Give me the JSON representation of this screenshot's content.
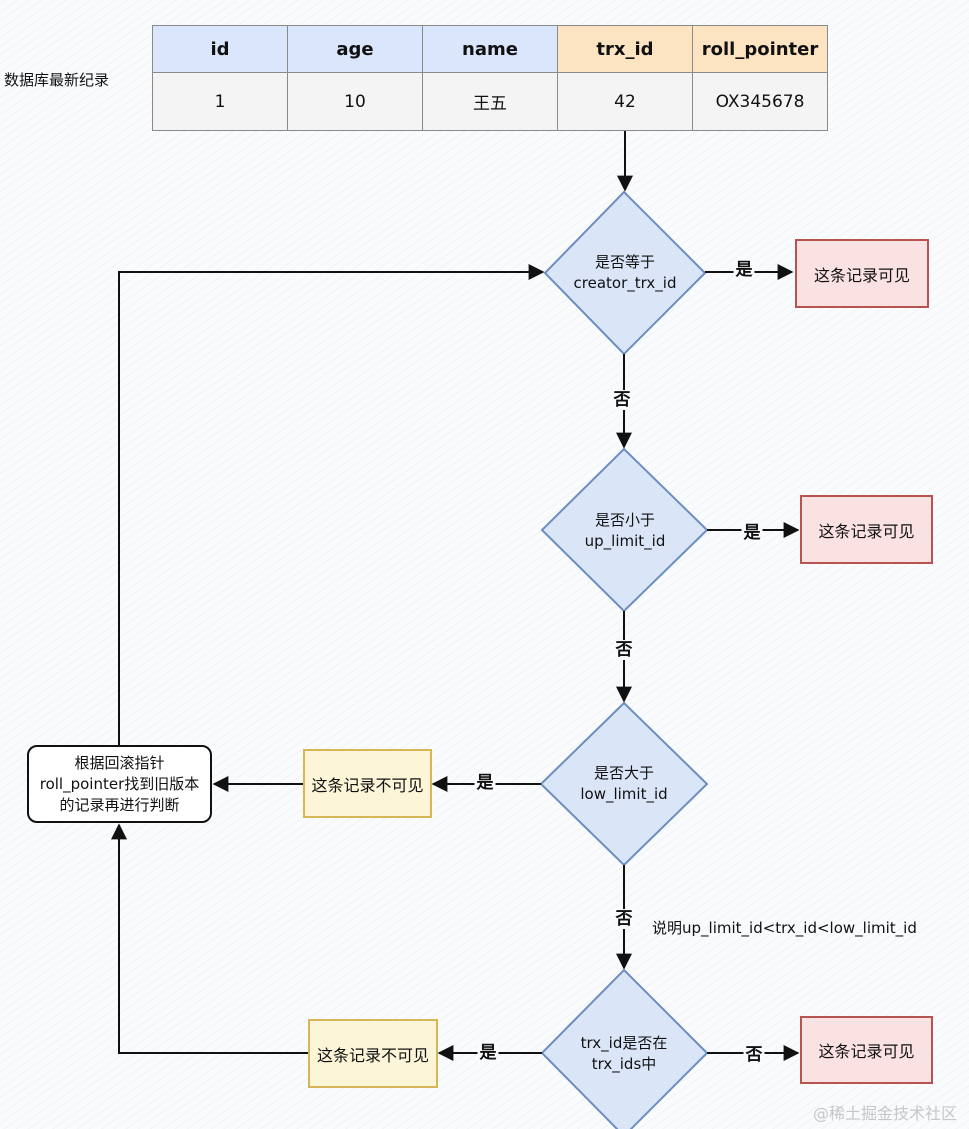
{
  "record": {
    "side_label": "数据库最新纪录",
    "columns": [
      "id",
      "age",
      "name",
      "trx_id",
      "roll_pointer"
    ],
    "values": [
      "1",
      "10",
      "王五",
      "42",
      "OX345678"
    ]
  },
  "decisions": {
    "d1": [
      "是否等于",
      "creator_trx_id"
    ],
    "d2": [
      "是否小于",
      "up_limit_id"
    ],
    "d3": [
      "是否大于",
      "low_limit_id"
    ],
    "d4": [
      "trx_id是否在",
      "trx_ids中"
    ]
  },
  "results": {
    "visible_1": "这条记录可见",
    "visible_2": "这条记录可见",
    "visible_3": "这条记录可见",
    "invisible_1": "这条记录不可见",
    "invisible_2": "这条记录不可见"
  },
  "rollback_step": [
    "根据回滚指针",
    "roll_pointer找到旧版本",
    "的记录再进行判断"
  ],
  "edge_labels": {
    "yes": "是",
    "no": "否"
  },
  "note": "说明up_limit_id<trx_id<low_limit_id",
  "watermark": "@稀土掘金技术社区",
  "colors": {
    "diamond_fill": "#dae6f8",
    "diamond_stroke": "#6c8ebf",
    "red_fill": "#fbe2e2",
    "red_stroke": "#b85450",
    "yellow_fill": "#fdf5d8",
    "yellow_stroke": "#d6b656",
    "header_blue": "#d9e6fb",
    "header_orange": "#fce3c2"
  }
}
